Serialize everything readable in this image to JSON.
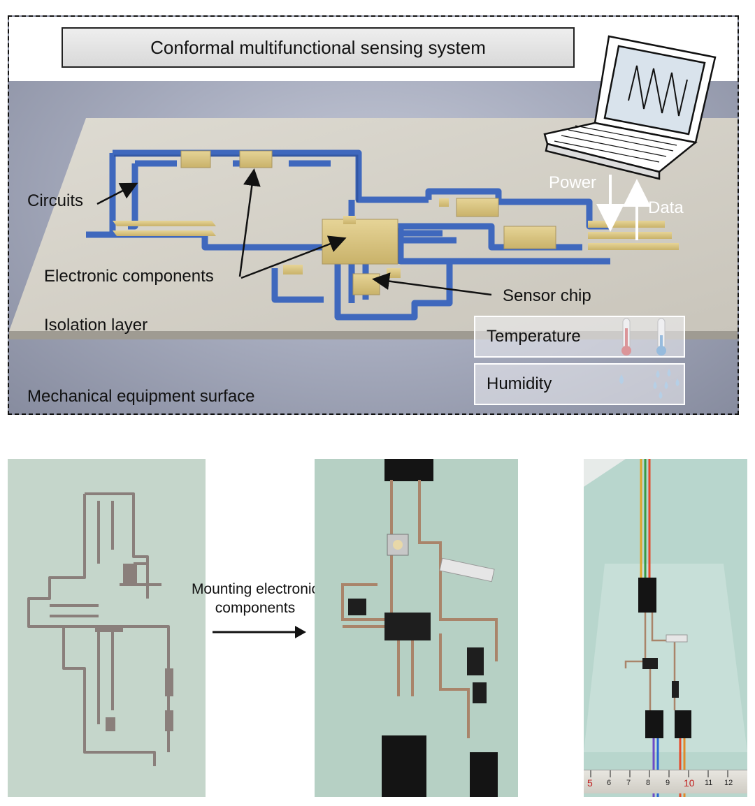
{
  "diagram": {
    "title": "Conformal multifunctional sensing system",
    "labels": {
      "circuits": "Circuits",
      "electronic_components": "Electronic components",
      "sensor_chip": "Sensor chip",
      "isolation_layer": "Isolation layer",
      "surface": "Mechanical equipment surface",
      "power": "Power",
      "data": "Data"
    },
    "legend": [
      {
        "label": "Temperature",
        "icon": "thermometer-icon"
      },
      {
        "label": "Humidity",
        "icon": "water-drop-icon"
      }
    ],
    "colors": {
      "circuit": "#4a74c9",
      "component": "#d9c585",
      "isolation": "#d4d0c6",
      "surface": "#9ea3b6"
    }
  },
  "process": {
    "arrow_label": "Mounting electronic components"
  },
  "ruler": {
    "ticks": [
      "5",
      "6",
      "7",
      "8",
      "9",
      "10",
      "11",
      "12"
    ]
  }
}
